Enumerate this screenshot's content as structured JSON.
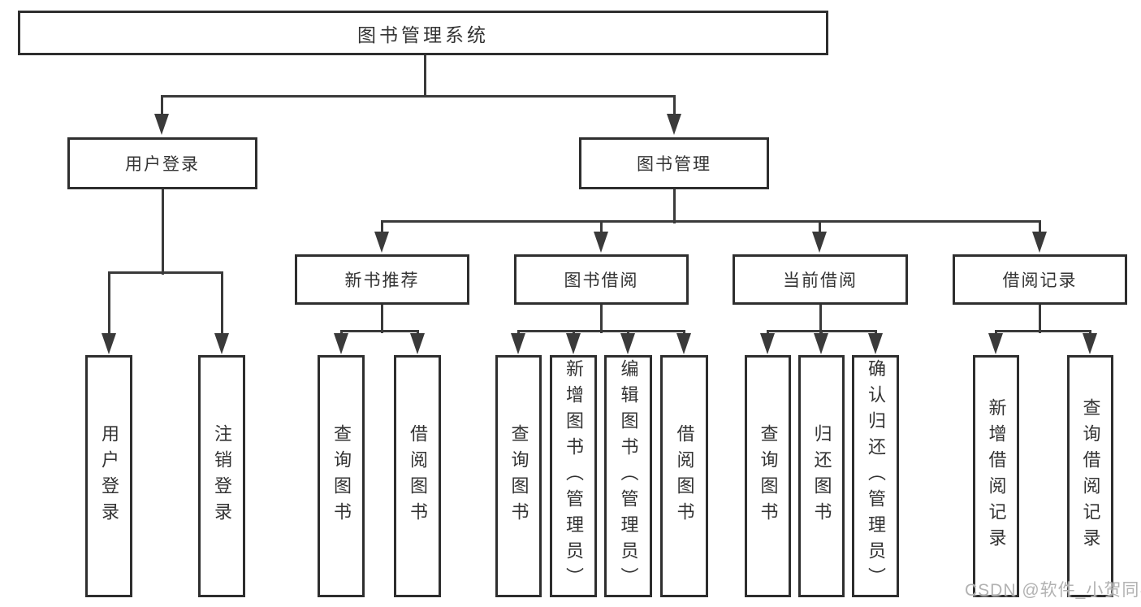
{
  "tree": {
    "label": "图书管理系统",
    "children": [
      {
        "label": "用户登录",
        "children": [
          {
            "label": "用户登录"
          },
          {
            "label": "注销登录"
          }
        ]
      },
      {
        "label": "图书管理",
        "children": [
          {
            "label": "新书推荐",
            "children": [
              {
                "label": "查询图书"
              },
              {
                "label": "借阅图书"
              }
            ]
          },
          {
            "label": "图书借阅",
            "children": [
              {
                "label": "查询图书"
              },
              {
                "label": "新增图书（管理员）"
              },
              {
                "label": "编辑图书（管理员）"
              },
              {
                "label": "借阅图书"
              }
            ]
          },
          {
            "label": "当前借阅",
            "children": [
              {
                "label": "查询图书"
              },
              {
                "label": "归还图书"
              },
              {
                "label": "确认归还（管理员）"
              }
            ]
          },
          {
            "label": "借阅记录",
            "children": [
              {
                "label": "新增借阅记录"
              },
              {
                "label": "查询借阅记录"
              }
            ]
          }
        ]
      }
    ]
  },
  "watermark": {
    "label": "CSDN @软件_小贺同学"
  },
  "colors": {
    "line": "#3a3a3a",
    "border": "#2e2e2e",
    "text": "#333333",
    "watermark": "#b2b2b2",
    "background": "#ffffff"
  }
}
